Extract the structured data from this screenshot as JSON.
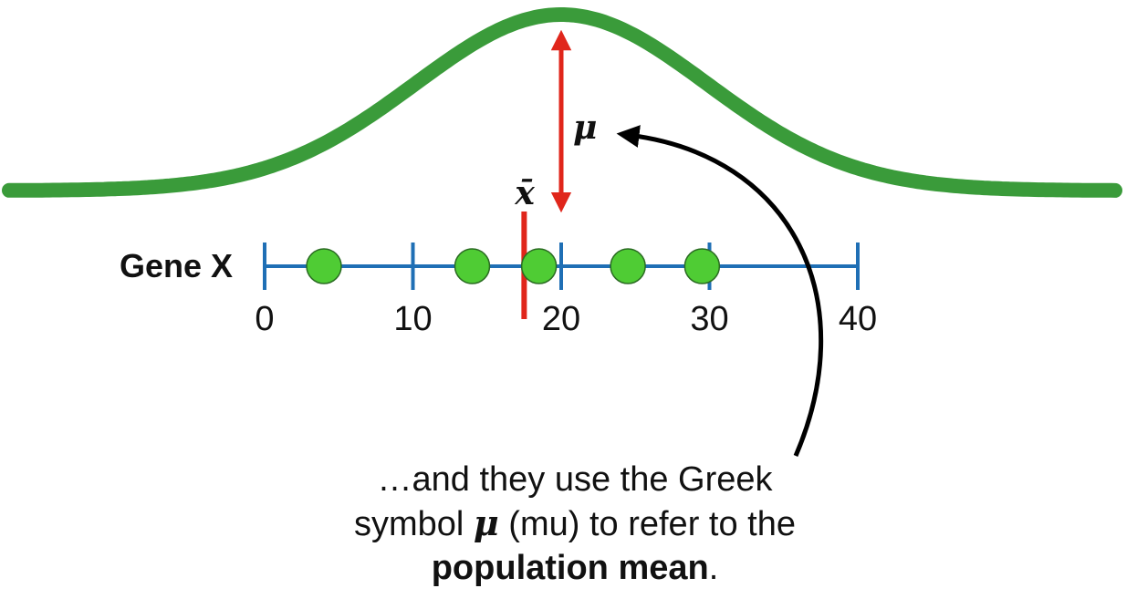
{
  "diagram": {
    "axis_label": "Gene X",
    "axis": {
      "min": 0,
      "max": 40,
      "ticks": [
        0,
        10,
        20,
        30,
        40
      ],
      "tick_labels": [
        "0",
        "10",
        "20",
        "30",
        "40"
      ]
    },
    "data_points": [
      4,
      14,
      18.5,
      24.5,
      29.5
    ],
    "sample_mean": {
      "symbol": "x̄",
      "value": 17.5
    },
    "population_mean": {
      "symbol": "μ",
      "value": 20
    },
    "colors": {
      "curve": "#3a9b3a",
      "axis": "#1f6fb5",
      "points": "#4fcc34",
      "sample_mean_line": "#e0261b",
      "mu_arrow": "#e0261b",
      "pointer_arrow": "#000000"
    }
  },
  "caption": {
    "line1": "…and they use the Greek",
    "line2_pre": "symbol ",
    "line2_mu": "μ",
    "line2_post": " (mu) to refer to the",
    "line3_bold": "population mean",
    "line3_end": "."
  }
}
